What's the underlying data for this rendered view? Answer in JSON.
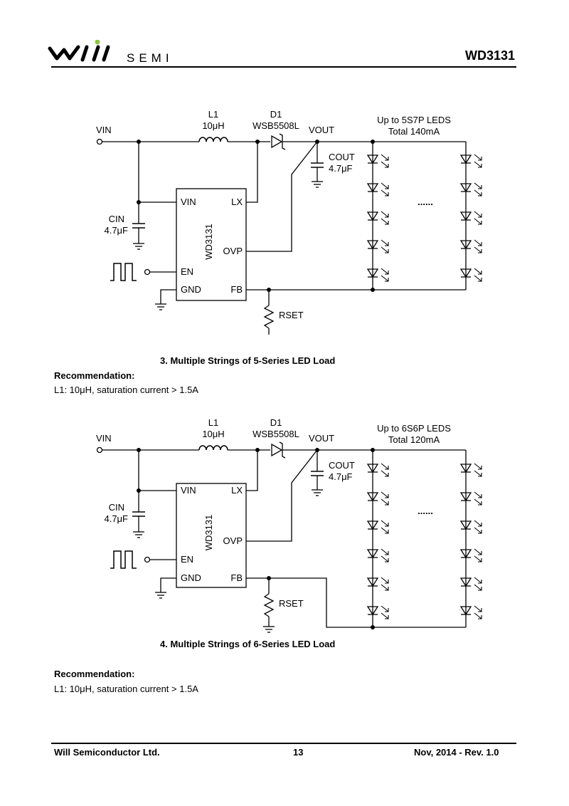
{
  "header": {
    "logo_text": "SEMI",
    "doc_title": "WD3131"
  },
  "figures": [
    {
      "labels": {
        "vin": "VIN",
        "l1": "L1",
        "l1_value": "10μH",
        "d1": "D1",
        "d1_part": "WSB5508L",
        "vout": "VOUT",
        "cout": "COUT",
        "cout_value": "4.7μF",
        "cin": "CIN",
        "cin_value": "4.7μF",
        "led_title": "Up to 5S7P LEDS",
        "led_current": "Total 140mA",
        "dots": "......",
        "pin_vin": "VIN",
        "pin_lx": "LX",
        "pin_ovp": "OVP",
        "pin_en": "EN",
        "pin_gnd": "GND",
        "pin_fb": "FB",
        "chip": "WD3131",
        "rset": "RSET"
      },
      "caption": "3.   Multiple Strings of 5-Series LED Load"
    },
    {
      "labels": {
        "vin": "VIN",
        "l1": "L1",
        "l1_value": "10μH",
        "d1": "D1",
        "d1_part": "WSB5508L",
        "vout": "VOUT",
        "cout": "COUT",
        "cout_value": "4.7μF",
        "cin": "CIN",
        "cin_value": "4.7μF",
        "led_title": "Up to 6S6P LEDS",
        "led_current": "Total 120mA",
        "dots": "......",
        "pin_vin": "VIN",
        "pin_lx": "LX",
        "pin_ovp": "OVP",
        "pin_en": "EN",
        "pin_gnd": "GND",
        "pin_fb": "FB",
        "chip": "WD3131",
        "rset": "RSET"
      },
      "caption": "4.   Multiple Strings of 6-Series LED Load"
    }
  ],
  "recommendations": [
    {
      "title": "Recommendation:",
      "text": "L1: 10μH, saturation current > 1.5A"
    },
    {
      "title": "Recommendation:",
      "text": "L1: 10μH, saturation current > 1.5A"
    }
  ],
  "footer": {
    "company": "Will Semiconductor Ltd.",
    "page": "13",
    "date_rev": "Nov, 2014 - Rev. 1.0"
  },
  "colors": {
    "logo_dot": "#8dc63f",
    "ink": "#000000"
  }
}
